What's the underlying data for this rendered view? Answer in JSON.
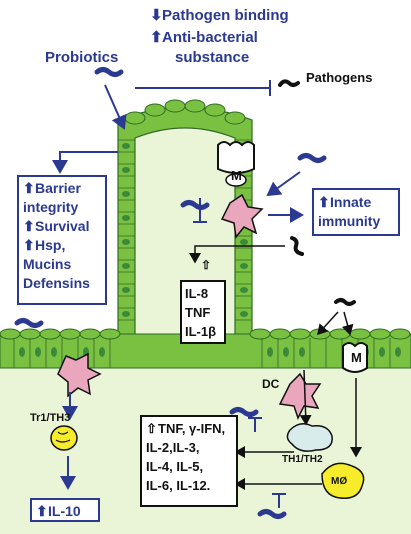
{
  "colors": {
    "navy": "#2b3990",
    "epithelium": "#7ac142",
    "nucleus": "#3a8a3a",
    "lamina": "#eaf5d8",
    "dc": "#e9a6bd",
    "pathogen": "#111111"
  },
  "top": {
    "probiotics": "Probiotics",
    "line1": "Pathogen binding",
    "line2": "Anti-bacterial",
    "line3": "substance",
    "pathogens": "Pathogens"
  },
  "barrier_box": {
    "l1": "Barrier",
    "l2": "integrity",
    "l3": "Survival",
    "l4": "Hsp,",
    "l5": "Mucins",
    "l6": "Defensins"
  },
  "innate_box": {
    "l1": "Innate",
    "l2": "immunity"
  },
  "cytokine_box": {
    "l1": "IL-8",
    "l2": "TNF",
    "l3": "IL-1β"
  },
  "big_box": {
    "l1": "TNF, γ-IFN,",
    "l2": "IL-2,IL-3,",
    "l3": "IL-4, IL-5,",
    "l4": "IL-6, IL-12."
  },
  "il10_box": {
    "label": "IL-10"
  },
  "cells": {
    "m1": "M",
    "m2": "M",
    "dc": "DC",
    "tr": "Tr1/TH3",
    "th": "TH1/TH2",
    "mac": "MØ"
  }
}
